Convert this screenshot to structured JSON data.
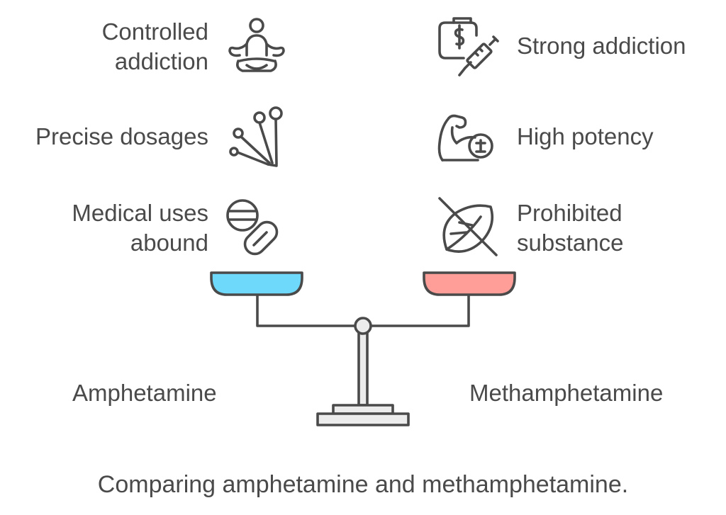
{
  "left": {
    "name": "Amphetamine",
    "pan_color": "#6fd9fb",
    "items": [
      {
        "lines": [
          "Controlled",
          "addiction"
        ],
        "icon": "meditation-person-icon"
      },
      {
        "lines": [
          "Precise dosages"
        ],
        "icon": "measuring-spoons-icon"
      },
      {
        "lines": [
          "Medical uses",
          "abound"
        ],
        "icon": "pills-icon"
      }
    ]
  },
  "right": {
    "name": "Methamphetamine",
    "pan_color": "#ff9e98",
    "items": [
      {
        "lines": [
          "Strong addiction"
        ],
        "icon": "money-syringe-icon"
      },
      {
        "lines": [
          "High potency"
        ],
        "icon": "flexed-arm-icon"
      },
      {
        "lines": [
          "Prohibited",
          "substance"
        ],
        "icon": "prohibited-leaf-icon"
      }
    ]
  },
  "caption": "Comparing amphetamine and methamphetamine."
}
